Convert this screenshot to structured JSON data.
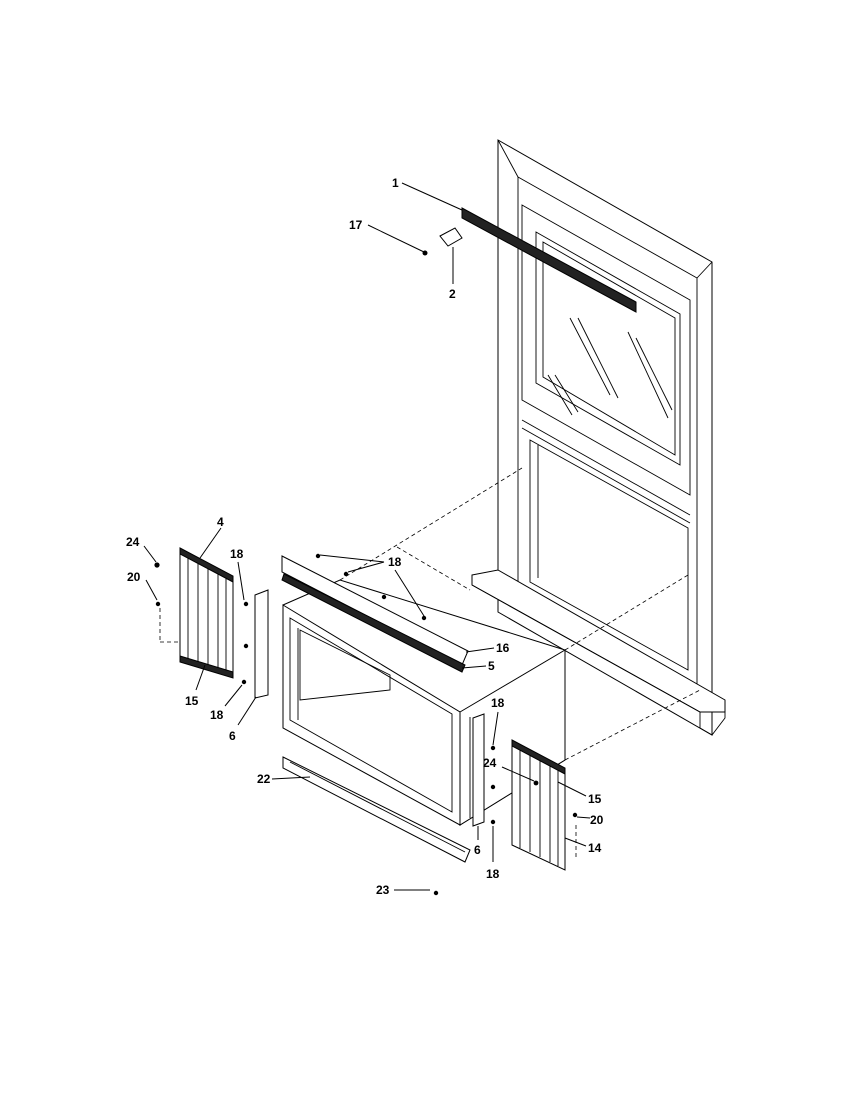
{
  "diagram": {
    "callouts": {
      "c1": "1",
      "c2": "2",
      "c17": "17",
      "c4": "4",
      "c24_left": "24",
      "c20_left": "20",
      "c18_left_top": "18",
      "c15_left": "15",
      "c18_left_bottom": "18",
      "c6_left": "6",
      "c18_top": "18",
      "c16": "16",
      "c5": "5",
      "c18_right_top": "18",
      "c24_right": "24",
      "c15_right": "15",
      "c20_right": "20",
      "c14": "14",
      "c6_right": "6",
      "c18_right_bottom": "18",
      "c22": "22",
      "c23": "23"
    }
  }
}
